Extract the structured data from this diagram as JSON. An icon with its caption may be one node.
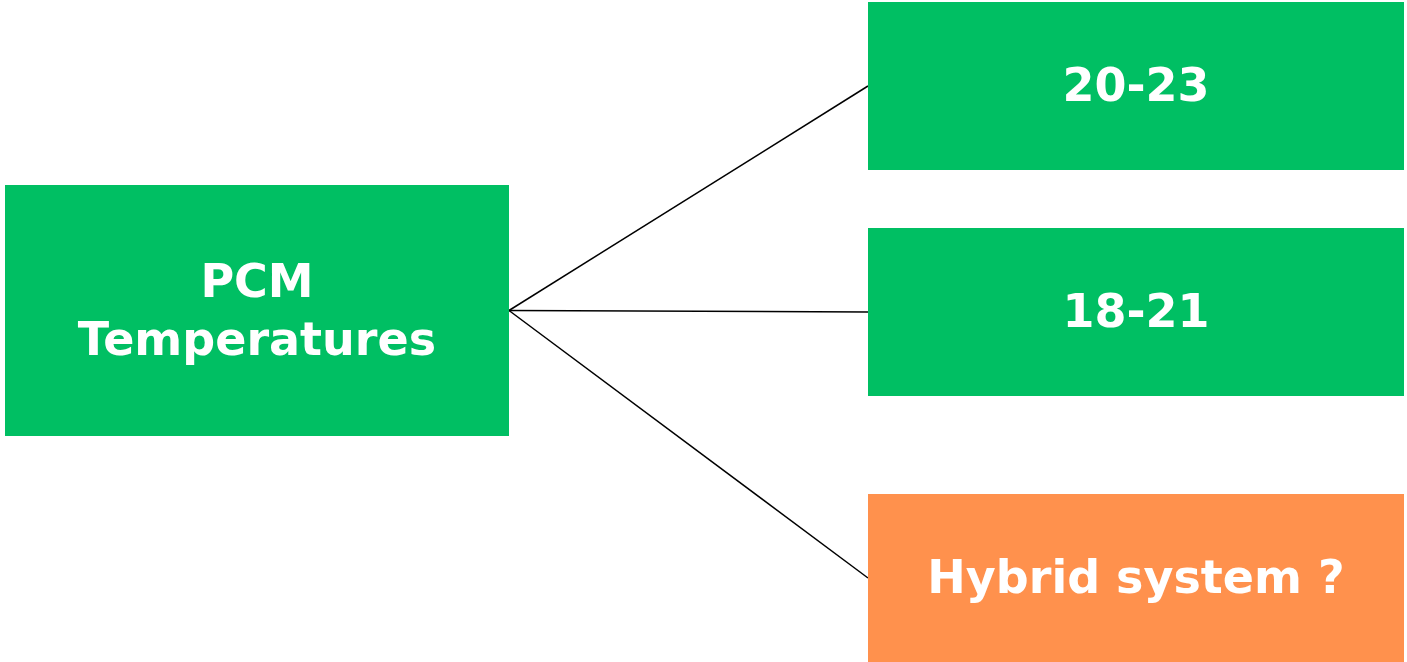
{
  "diagram": {
    "nodes": [
      {
        "text": [
          "PCM Temperatures"
        ]
      },
      {
        "text": [
          "20-23"
        ]
      },
      {
        "text": [
          "18-21"
        ]
      },
      {
        "text": [
          "Hybrid system ?"
        ]
      }
    ],
    "edges": [
      {
        "from": 0,
        "to": 1,
        "arrow": "none"
      },
      {
        "from": 0,
        "to": 2,
        "arrow": "none"
      },
      {
        "from": 0,
        "to": 3,
        "arrow": "none"
      }
    ]
  }
}
